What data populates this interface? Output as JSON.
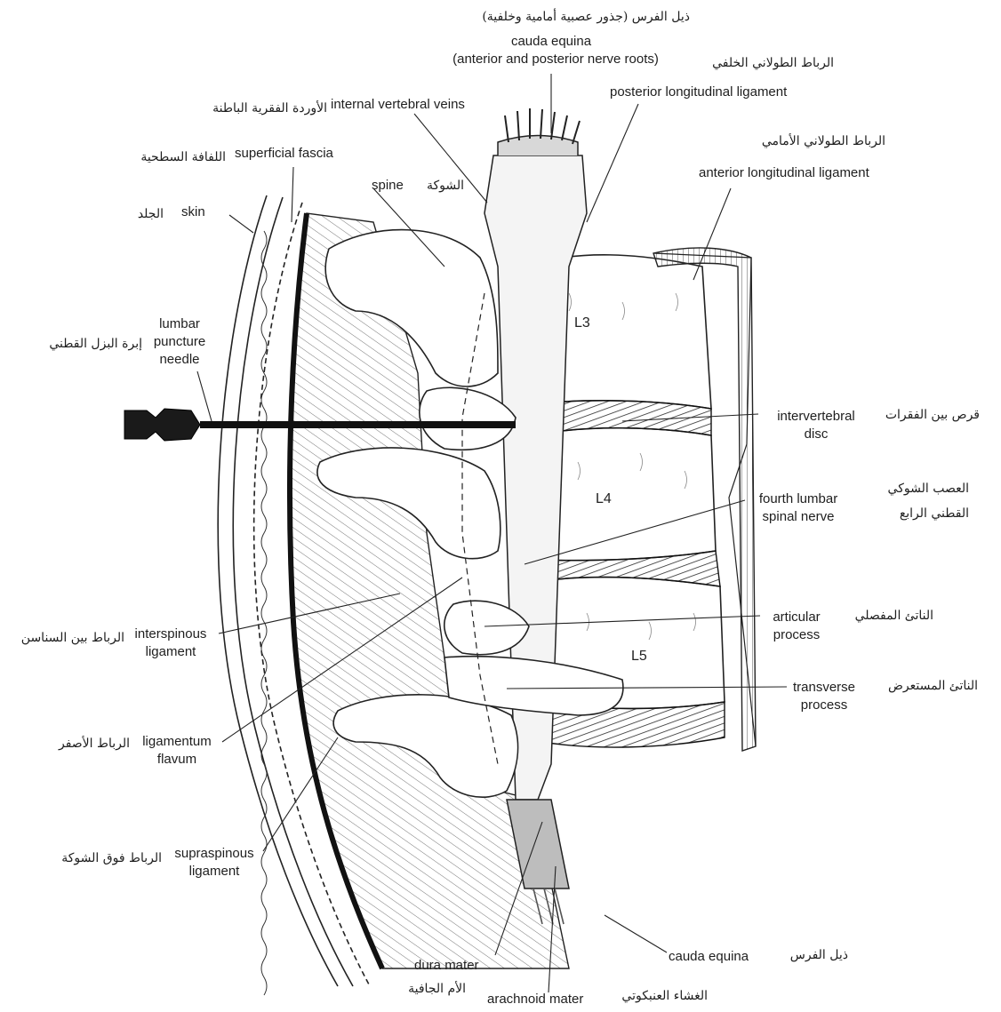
{
  "labels": {
    "cauda_equina_top": "cauda equina",
    "cauda_equina_top_sub": "(anterior and posterior nerve roots)",
    "posterior_longitudinal_ligament": "posterior longitudinal ligament",
    "internal_vertebral_veins": "internal vertebral veins",
    "anterior_longitudinal_ligament": "anterior longitudinal ligament",
    "superficial_fascia": "superficial fascia",
    "spine": "spine",
    "skin": "skin",
    "lumbar_puncture_needle_1": "lumbar",
    "lumbar_puncture_needle_2": "puncture",
    "lumbar_puncture_needle_3": "needle",
    "intervertebral_disc_1": "intervertebral",
    "intervertebral_disc_2": "disc",
    "fourth_lumbar_spinal_nerve_1": "fourth lumbar",
    "fourth_lumbar_spinal_nerve_2": "spinal nerve",
    "articular_process_1": "articular",
    "articular_process_2": "process",
    "interspinous_ligament_1": "interspinous",
    "interspinous_ligament_2": "ligament",
    "transverse_process_1": "transverse",
    "transverse_process_2": "process",
    "ligamentum_flavum_1": "ligamentum",
    "ligamentum_flavum_2": "flavum",
    "supraspinous_ligament_1": "supraspinous",
    "supraspinous_ligament_2": "ligament",
    "dura_mater": "dura mater",
    "cauda_equina_bottom": "cauda equina",
    "arachnoid_mater": "arachnoid mater"
  },
  "vertebrae": {
    "l3": "L3",
    "l4": "L4",
    "l5": "L5"
  },
  "arabic": {
    "cauda_equina_top": "ذيل الفرس (جذور عصبية أمامية وخلفية)",
    "posterior_longitudinal_ligament": "الرباط الطولاني الخلفي",
    "internal_vertebral_veins": "الأوردة الفقرية الباطنة",
    "anterior_longitudinal_ligament": "الرباط الطولاني الأمامي",
    "superficial_fascia": "اللفافة السطحية",
    "spine": "الشوكة",
    "skin": "الجلد",
    "lumbar_puncture_needle": "إبرة البزل القطني",
    "intervertebral_disc": "قرص بين الفقرات",
    "fourth_lumbar_spinal_nerve_1": "العصب الشوكي",
    "fourth_lumbar_spinal_nerve_2": "القطني الرابع",
    "articular_process": "الناتئ المفصلي",
    "interspinous_ligament": "الرباط بين السناسن",
    "transverse_process": "الناتئ المستعرض",
    "ligamentum_flavum": "الرباط الأصفر",
    "supraspinous_ligament": "الرباط فوق الشوكة",
    "dura_mater": "الأم الجافية",
    "cauda_equina_bottom": "ذيل الفرس",
    "arachnoid_mater": "الغشاء العنبكوتي"
  }
}
